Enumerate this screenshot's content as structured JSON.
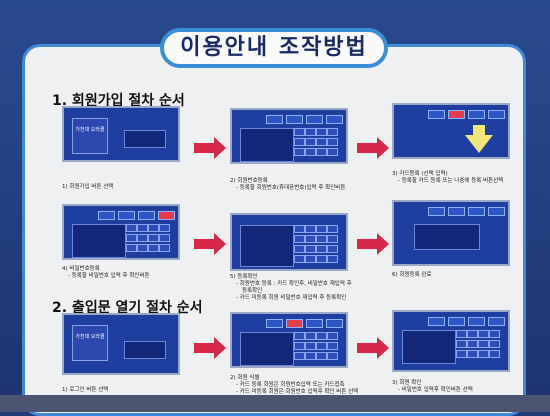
{
  "title": "이용안내 조작방법",
  "sections": {
    "join": "1. 회원가입 절차 순서",
    "open": "2. 출입문 열기 절차 순서"
  },
  "steps": {
    "s1": "1) 회원가입 버튼 선택",
    "s2a": "2) 회원번호등록",
    "s2b": "- 등록할 회원번호(휴대폰번호)입력 후 확인버튼",
    "s3a": "3) 카드등록 (선택 입력)",
    "s3b": "- 등록할 카드 등록 또는 나중에 등록 버튼선택",
    "s4a": "4) 비밀번호등록",
    "s4b": "- 등록할 비밀번호 입력 후 확인버튼",
    "s5a": "5) 등록확인",
    "s5b": "- 회원번호 등록 : 카드 확인후, 비밀번호 재입력 후",
    "s5c": "등록확인",
    "s5d": "- 카드 미등록 회원 비밀번호 재입력 후 등록확인",
    "s6": "6) 회원등록 완료",
    "o1": "1) 로그인 버튼 선택",
    "o2a": "2) 회원 식별",
    "o2b": "- 카드 등록 회원은 회원번호입력 또는 카드접촉",
    "o2c": "- 카드 미등록 회원은 회원번호 입력후 확인 버튼 선택",
    "o3a": "3) 회원 확인",
    "o3b": "- 비밀번호 입력후 확인버튼 선택"
  },
  "logo_text": "가천대 오라클"
}
